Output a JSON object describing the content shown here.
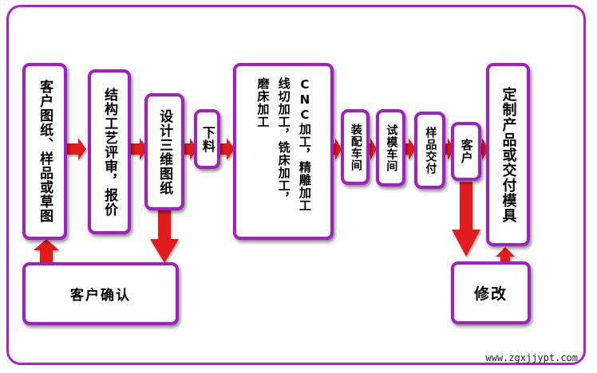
{
  "colors": {
    "border": "#a020c0",
    "frame": "#b020c8",
    "arrow": "#e01c1c",
    "text": "#000000"
  },
  "steps": {
    "customer_drawing": "客户图纸、样品或草图",
    "structure_review": "结构工艺评审，报价",
    "design_3d": "设计三维图纸",
    "blanking": "下料",
    "machining": [
      "磨床加工",
      "线切加工，铣床加工，",
      "CNC加工，精雕加工"
    ],
    "assembly": "装配车间",
    "trial_mold": "试模车间",
    "sample_delivery": "样品交付",
    "customer": "客户",
    "final": "定制产品或交付模具",
    "customer_confirm": "客户确认",
    "modify": "修改"
  },
  "watermark": "www.zgxjjypt.com"
}
